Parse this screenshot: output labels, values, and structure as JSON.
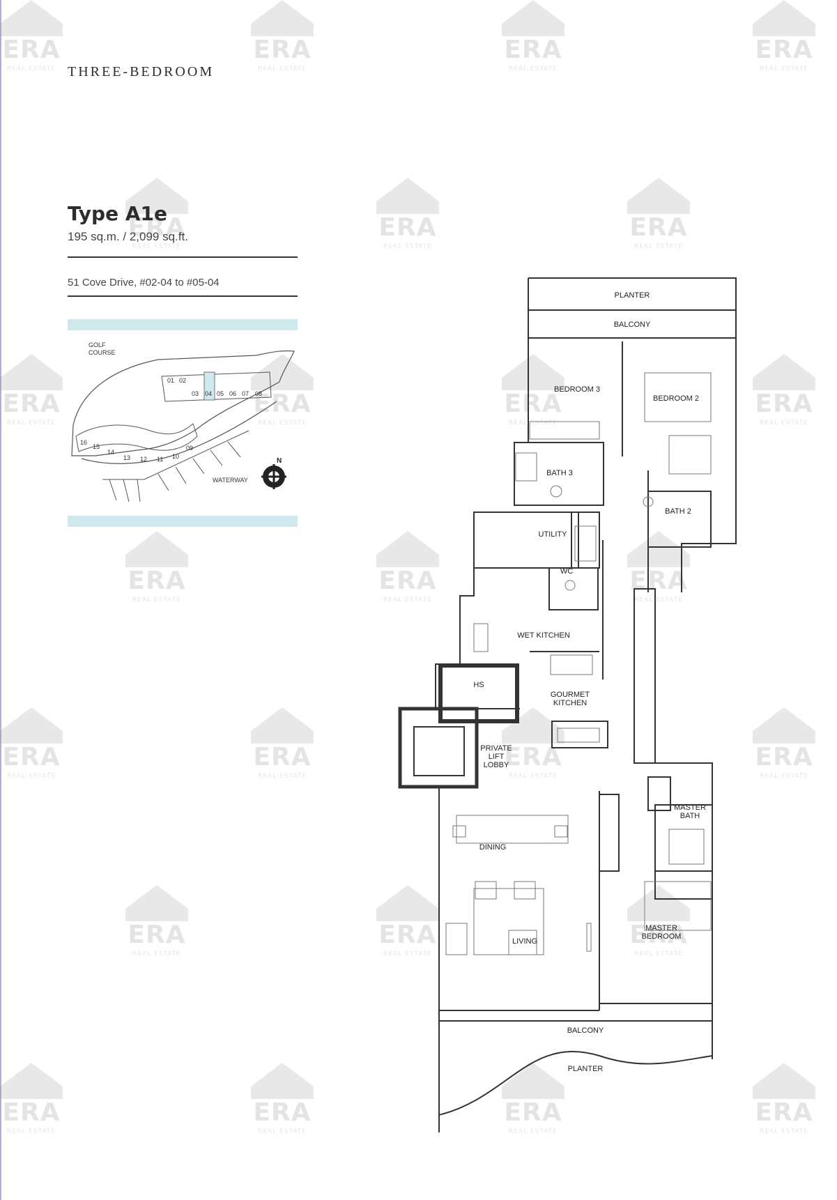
{
  "header": {
    "category": "THREE-BEDROOM"
  },
  "unit": {
    "type_label": "Type A1e",
    "area": "195 sq.m. / 2,099 sq.ft.",
    "address": "51 Cove Drive, #02-04 to #05-04"
  },
  "site_plan": {
    "golf_course_line1": "GOLF",
    "golf_course_line2": "COURSE",
    "waterway": "WATERWAY",
    "north": "N",
    "units": [
      "01",
      "02",
      "03",
      "04",
      "05",
      "06",
      "07",
      "08",
      "09",
      "10",
      "11",
      "12",
      "13",
      "14",
      "15",
      "16"
    ],
    "highlighted_unit": "04",
    "highlight_color": "#cfe8ee"
  },
  "floor_plan": {
    "rooms": {
      "planter_top": "PLANTER",
      "balcony_top": "BALCONY",
      "bedroom3": "BEDROOM 3",
      "bedroom2": "BEDROOM 2",
      "bath3": "BATH 3",
      "bath2": "BATH 2",
      "utility": "UTILITY",
      "wc": "WC",
      "wet_kitchen": "WET KITCHEN",
      "hs": "HS",
      "gourmet_kitchen_l1": "GOURMET",
      "gourmet_kitchen_l2": "KITCHEN",
      "private_lift_l1": "PRIVATE",
      "private_lift_l2": "LIFT",
      "private_lift_l3": "LOBBY",
      "master_bath_l1": "MASTER",
      "master_bath_l2": "BATH",
      "dining": "DINING",
      "living": "LIVING",
      "master_bedroom_l1": "MASTER",
      "master_bedroom_l2": "BEDROOM",
      "balcony_bottom": "BALCONY",
      "planter_bottom": "PLANTER"
    }
  },
  "watermark": {
    "brand": "ERA",
    "sub": "REAL ESTATE"
  }
}
